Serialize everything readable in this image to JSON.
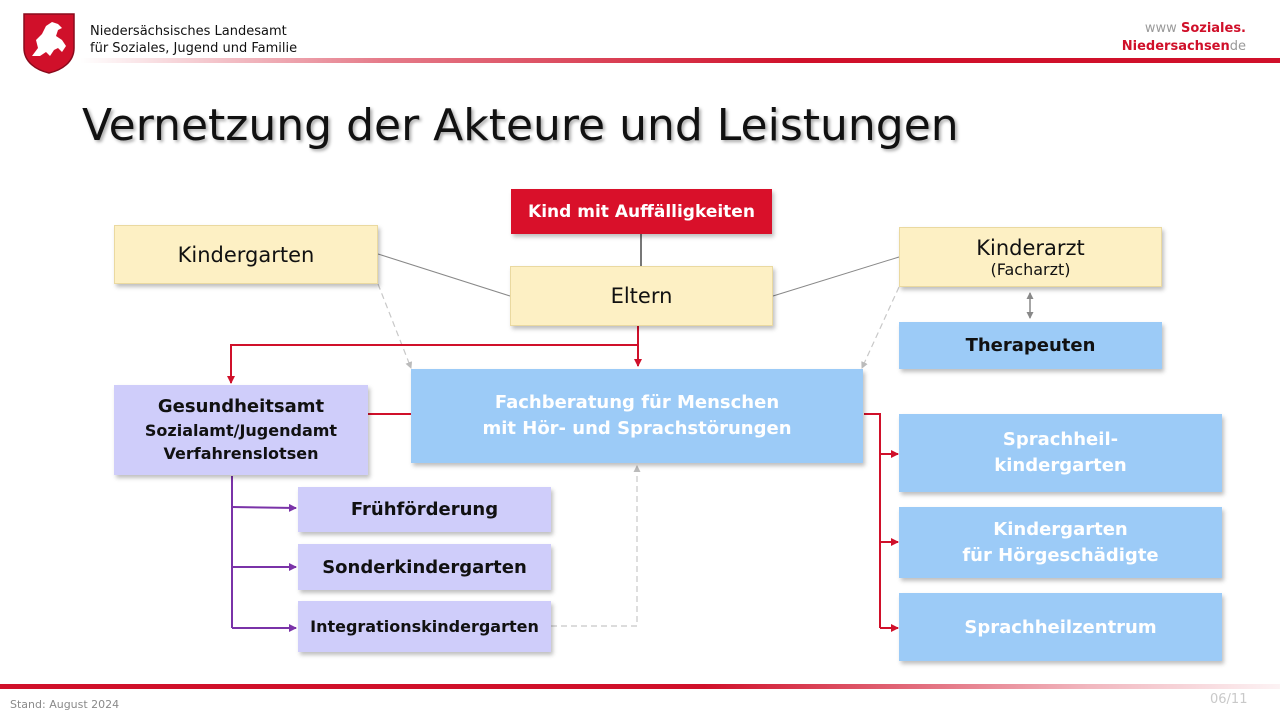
{
  "header": {
    "org_line1": "Niedersächsisches Landesamt",
    "org_line2": "für Soziales, Jugend und Familie",
    "www_prefix": "www",
    "www_brand1": "Soziales.",
    "www_brand2": "Niedersachsen",
    "www_suffix": "de"
  },
  "title": "Vernetzung der Akteure und Leistungen",
  "nodes": {
    "kind": "Kind mit Auffälligkeiten",
    "kindergarten": "Kindergarten",
    "eltern": "Eltern",
    "kinderarzt": "Kinderarzt",
    "kinderarzt_sub": "(Facharzt)",
    "therapeuten": "Therapeuten",
    "gesundheitsamt": "Gesundheitsamt",
    "sozialamt": "Sozialamt/Jugendamt",
    "verfahrenslotsen": "Verfahrenslotsen",
    "fachberatung_1": "Fachberatung für Menschen",
    "fachberatung_2": "mit Hör- und Sprachstörungen",
    "fruehfoerderung": "Frühförderung",
    "sonderkindergarten": "Sonderkindergarten",
    "integrationskindergarten": "Integrationskindergarten",
    "sprachheil_1": "Sprachheil-",
    "sprachheil_2": "kindergarten",
    "hoergeschaedigte_1": "Kindergarten",
    "hoergeschaedigte_2": "für Hörgeschädigte",
    "sprachheilzentrum": "Sprachheilzentrum"
  },
  "footer": {
    "stand": "Stand: August 2024",
    "page": "06/11"
  },
  "colors": {
    "red": "#d0102a",
    "blue": "#9ccbf7",
    "lilac": "#cfcdfa",
    "yellow": "#fdf0c4",
    "purple_arrow": "#7a33a8"
  }
}
